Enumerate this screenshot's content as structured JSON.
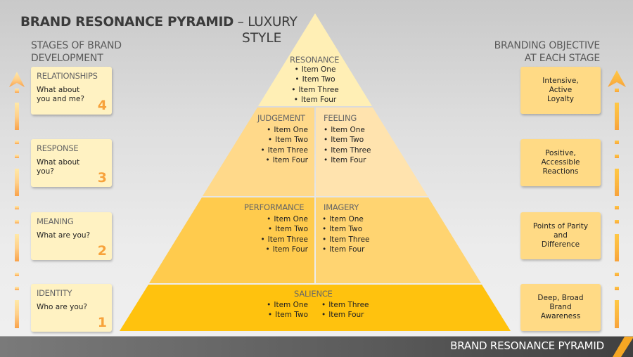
{
  "title": {
    "bold": "BRAND RESONANCE PYRAMID",
    "light": " – LUXURY",
    "line2": "STYLE"
  },
  "left_column": {
    "heading_line1": "STAGES OF BRAND",
    "heading_line2": "DEVELOPMENT",
    "stages": [
      {
        "name": "RELATIONSHIPS",
        "question": "What about you and me?",
        "number": "4"
      },
      {
        "name": "RESPONSE",
        "question": "What about you?",
        "number": "3"
      },
      {
        "name": "MEANING",
        "question": "What are you?",
        "number": "2"
      },
      {
        "name": "IDENTITY",
        "question": "Who are you?",
        "number": "1"
      }
    ]
  },
  "right_column": {
    "heading_line1": "BRANDING OBJECTIVE",
    "heading_line2": "AT EACH STAGE",
    "objectives": [
      {
        "text": "Intensive,\nActive\nLoyalty"
      },
      {
        "text": "Positive,\nAccessible\nReactions"
      },
      {
        "text": "Points of Parity\nand\nDifference"
      },
      {
        "text": "Deep, Broad\nBrand\nAwareness"
      }
    ]
  },
  "pyramid": {
    "resonance": {
      "heading": "RESONANCE",
      "items": [
        "Item One",
        "Item Two",
        "Item Three",
        "Item Four"
      ]
    },
    "judgement": {
      "heading": "JUDGEMENT",
      "items": [
        "Item One",
        "Item Two",
        "Item Three",
        "Item Four"
      ]
    },
    "feeling": {
      "heading": "FEELING",
      "items": [
        "Item One",
        "Item Two",
        "Item Three",
        "Item Four"
      ]
    },
    "performance": {
      "heading": "PERFORMANCE",
      "items": [
        "Item One",
        "Item Two",
        "Item Three",
        "Item Four"
      ]
    },
    "imagery": {
      "heading": "IMAGERY",
      "items": [
        "Item One",
        "Item Two",
        "Item Three",
        "Item Four"
      ]
    },
    "salience": {
      "heading": "SALIENCE",
      "items_left": [
        "Item One",
        "Item Two"
      ],
      "items_right": [
        "Item Three",
        "Item Four"
      ]
    }
  },
  "colors": {
    "resonance": "#FFEFB5",
    "judgement": "#FFD98A",
    "feeling": "#FFE3AE",
    "performance": "#FFCB4D",
    "imagery": "#FFD471",
    "salience": "#FFC20E",
    "stage_box": "#FFF2C2",
    "objective_box": "#FFDA85",
    "number": "#F7A23B"
  },
  "footer": {
    "label": "BRAND RESONANCE PYRAMID"
  }
}
